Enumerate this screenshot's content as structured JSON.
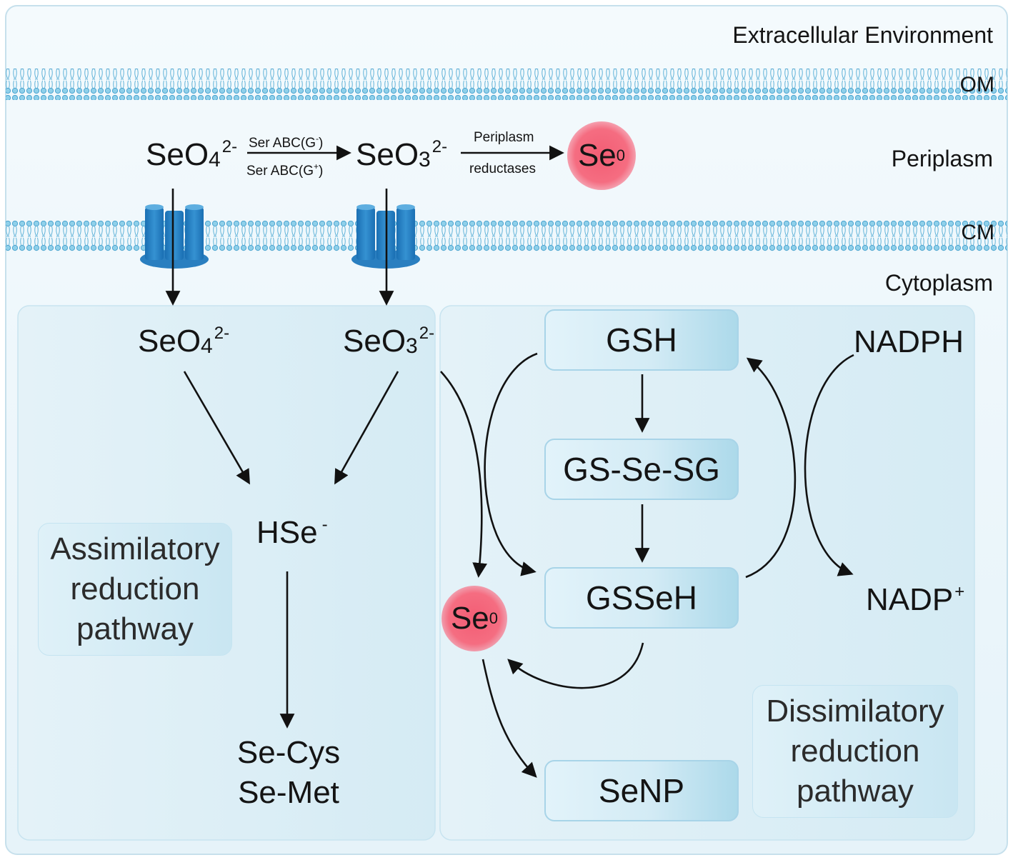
{
  "regions": {
    "extracellular": "Extracellular Environment",
    "om": "OM",
    "periplasm": "Periplasm",
    "cm": "CM",
    "cytoplasm": "Cytoplasm"
  },
  "periplasm_species": {
    "selenate": {
      "base": "SeO",
      "sub": "4",
      "charge": "2-"
    },
    "selenite": {
      "base": "SeO",
      "sub": "3",
      "charge": "2-"
    },
    "se0": {
      "base": "Se",
      "sup": "0"
    }
  },
  "reaction_labels": {
    "ser_abc_neg_pre": "Ser ABC(G",
    "ser_abc_neg_sup": "-",
    "ser_abc_neg_post": ")",
    "ser_abc_pos_pre": "Ser ABC(G",
    "ser_abc_pos_sup": "+",
    "ser_abc_pos_post": ")",
    "periplasm": "Periplasm",
    "reductases": "reductases"
  },
  "assimilatory": {
    "selenate": {
      "base": "SeO",
      "sub": "4",
      "charge": "2-"
    },
    "selenite": {
      "base": "SeO",
      "sub": "3",
      "charge": "2-"
    },
    "hse": {
      "base": "HSe",
      "charge": "-"
    },
    "se_cys": "Se-Cys",
    "se_met": "Se-Met",
    "label_line1": "Assimilatory",
    "label_line2": "reduction",
    "label_line3": "pathway"
  },
  "dissimilatory": {
    "gsh": "GSH",
    "gs_se_sg": "GS-Se-SG",
    "gsseh": "GSSeH",
    "senp": "SeNP",
    "nadph": "NADPH",
    "nadp_base": "NADP",
    "nadp_sup": "+",
    "se0": {
      "base": "Se",
      "sup": "0"
    },
    "label_line1": "Dissimilatory",
    "label_line2": "reduction",
    "label_line3": "pathway"
  },
  "colors": {
    "background": "#f0f8fc",
    "membrane": "#7cc4e2",
    "transporter": "#2f86c6",
    "se0": "#f35d74",
    "box_border": "#a8d4e8"
  }
}
